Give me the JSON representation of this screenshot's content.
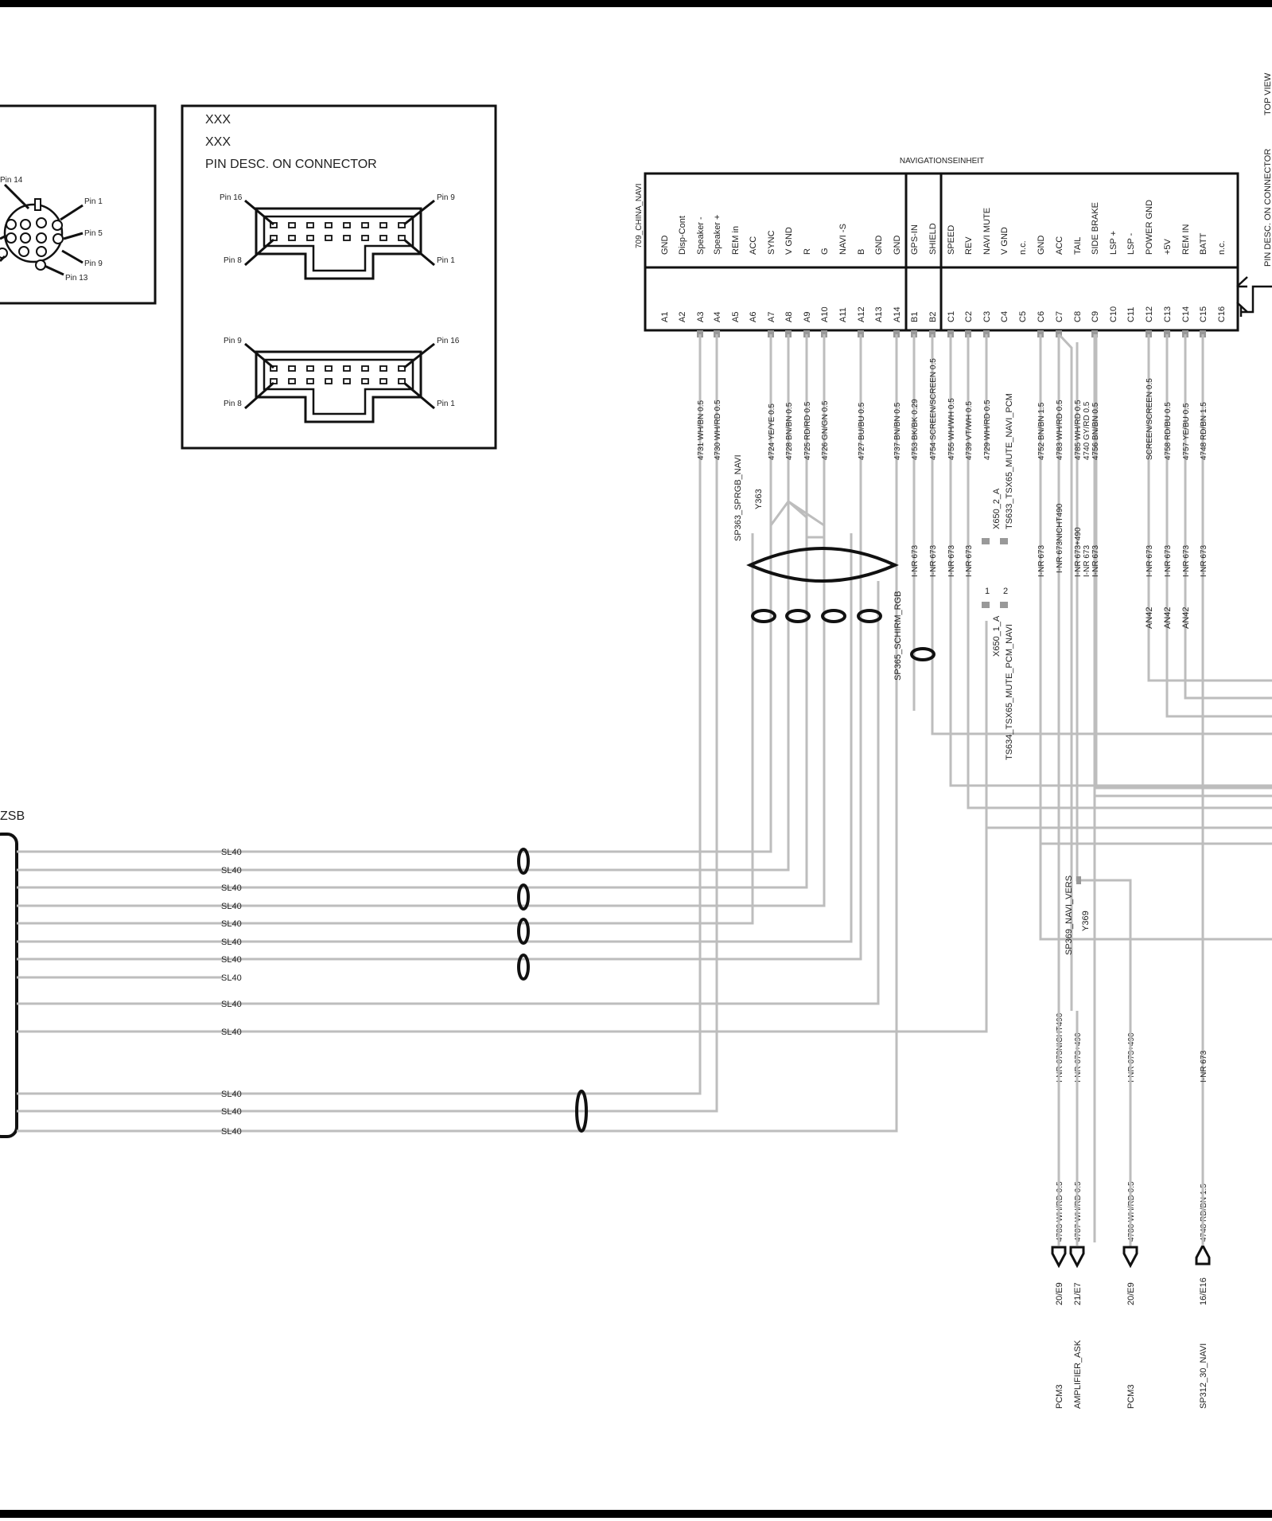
{
  "left_box": {
    "pins": [
      "Pin 14",
      "Pin 1",
      "Pin 5",
      "Pin 9",
      "Pin 13"
    ]
  },
  "pin_desc_box": {
    "line1": "XXX",
    "line2": "XXX",
    "title": "PIN DESC. ON CONNECTOR",
    "upper_pins": {
      "tl": "Pin 16",
      "tr": "Pin 9",
      "bl": "Pin 8",
      "br": "Pin 1"
    },
    "lower_pins": {
      "tl": "Pin 9",
      "tr": "Pin 16",
      "bl": "Pin 8",
      "br": "Pin 1"
    }
  },
  "right_side": {
    "top_view": "TOP VIEW",
    "pin_desc": "PIN DESC. ON CONNECTOR"
  },
  "nav_unit": {
    "title": "NAVIGATIONSEINHEIT",
    "connector_name": "709_CHINA_NAVI",
    "pins": [
      {
        "id": "A1",
        "name": "GND"
      },
      {
        "id": "A2",
        "name": "Disp-Cont"
      },
      {
        "id": "A3",
        "name": "Speaker -"
      },
      {
        "id": "A4",
        "name": "Speaker +"
      },
      {
        "id": "A5",
        "name": "REM in"
      },
      {
        "id": "A6",
        "name": "ACC"
      },
      {
        "id": "A7",
        "name": "SYNC"
      },
      {
        "id": "A8",
        "name": "V GND"
      },
      {
        "id": "A9",
        "name": "R"
      },
      {
        "id": "A10",
        "name": "G"
      },
      {
        "id": "A11",
        "name": "NAVI -S"
      },
      {
        "id": "A12",
        "name": "B"
      },
      {
        "id": "A13",
        "name": "GND"
      },
      {
        "id": "A14",
        "name": "GND"
      },
      {
        "id": "B1",
        "name": "GPS-IN"
      },
      {
        "id": "B2",
        "name": "SHIELD"
      },
      {
        "id": "C1",
        "name": "SPEED"
      },
      {
        "id": "C2",
        "name": "REV"
      },
      {
        "id": "C3",
        "name": "NAVI MUTE"
      },
      {
        "id": "C4",
        "name": "V GND"
      },
      {
        "id": "C5",
        "name": "n.c."
      },
      {
        "id": "C6",
        "name": "GND"
      },
      {
        "id": "C7",
        "name": "ACC"
      },
      {
        "id": "C8",
        "name": "TAIL"
      },
      {
        "id": "C9",
        "name": "SIDE BRAKE"
      },
      {
        "id": "C10",
        "name": "LSP +"
      },
      {
        "id": "C11",
        "name": "LSP -"
      },
      {
        "id": "C12",
        "name": "POWER GND"
      },
      {
        "id": "C13",
        "name": "+5V"
      },
      {
        "id": "C14",
        "name": "REM IN"
      },
      {
        "id": "C15",
        "name": "BATT"
      },
      {
        "id": "C16",
        "name": "n.c."
      }
    ]
  },
  "wire_labels": [
    "4731 WH/BN 0.5",
    "4730 WH/RD 0.5",
    "4724 YE/YE 0.5",
    "4728 BN/BN 0.5",
    "4725 RD/RD 0.5",
    "4726 GN/GN 0.5",
    "4727 BU/BU 0.5",
    "4737 BN/BN 0.5",
    "4753 BK/BK 0.29",
    "4754 SCREEN/SCREEN 0.5",
    "4755 WH/WH 0.5",
    "4739 VT/WH 0.5",
    "4729 WH/RD 0.5",
    "4752 BN/BN 1.5",
    "4783 WH/RD 0.5",
    "4785 WH/RD 0.5",
    "4740 GY/RD 0.5",
    "4756 BN/BN 0.5",
    "SCREEN/SCREEN 0.5",
    "4758 RD/BU 0.5",
    "4757 YE/BU 0.5",
    "4748 RD/BN 1.5"
  ],
  "inr_labels": [
    "I-NR 673",
    "I-NR 673",
    "I-NR 673",
    "I-NR 673",
    "I-NR 673",
    "I-NR 673NICHT490",
    "I-NR 673+490",
    "I-NR 673",
    "I-NR 673",
    "I-NR 673",
    "I-NR 673",
    "I-NR 673",
    "I-NR 673"
  ],
  "an_labels": [
    "AN42",
    "AN42",
    "AN42"
  ],
  "splices": {
    "sp363": "SP363_SPRGB_NAVI",
    "y363": "Y363",
    "sp365": "SP365_SCHIRM_RGB",
    "x650_2": "X650_2_A",
    "ts633": "TS633_TSX65_MUTE_NAVI_PCM",
    "x650_1": "X650_1_A",
    "ts634": "TS634_TSX65_MUTE_PCM_NAVI",
    "pin1": "1",
    "pin2": "2",
    "sp369": "SP369_NAVI_VERS",
    "y369": "Y369"
  },
  "zsb": {
    "label": "ZSB",
    "sl": [
      "SL40",
      "SL40",
      "SL40",
      "SL40",
      "SL40",
      "SL40",
      "SL40",
      "SL40",
      "SL40",
      "SL40",
      "SL40",
      "SL40",
      "SL40"
    ]
  },
  "lower_wires": {
    "inr": [
      "I-NR 673NICHT490",
      "I-NR 673+490",
      "I-NR 673+490",
      "I-NR 673"
    ],
    "wire": [
      "4783 WH/RD 0.5",
      "4787 WH/RD 0.5",
      "4786 WH/RD 0.5",
      "4748 RD/BN 1.5"
    ],
    "ref": [
      "20/E9",
      "21/E7",
      "20/E9",
      "16/E16"
    ],
    "dest": [
      "PCM3",
      "AMPLIFIER_ASK",
      "PCM3",
      "SP312_30_NAVI"
    ]
  }
}
